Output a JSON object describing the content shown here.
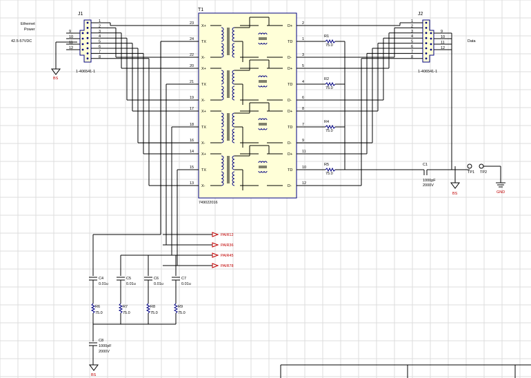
{
  "j1": {
    "ref": "J1",
    "part": "1-406541-1",
    "note1": "Ethernet",
    "note2": "Power",
    "note3": "42.5-57VDC",
    "left_pins": [
      "9",
      "10",
      "11",
      "12"
    ],
    "right_pins": [
      "1",
      "2",
      "3",
      "4",
      "5",
      "6",
      "7",
      "8"
    ]
  },
  "j2": {
    "ref": "J2",
    "part": "1-406541-1",
    "note": "Data",
    "left_pins": [
      "1",
      "2",
      "3",
      "4",
      "5",
      "6",
      "7",
      "8"
    ],
    "right_pins": [
      "9",
      "10",
      "11",
      "12"
    ]
  },
  "t1": {
    "ref": "T1",
    "part": "749022016",
    "left_pins": [
      "23",
      "24",
      "22",
      "20",
      "21",
      "19",
      "17",
      "18",
      "16",
      "14",
      "15",
      "13"
    ],
    "left_labels": [
      "X+",
      "TX",
      "X-",
      "X+",
      "TX",
      "X-",
      "X+",
      "TX",
      "X-",
      "X+",
      "TX",
      "X-"
    ],
    "right_pins": [
      "2",
      "1",
      "3",
      "5",
      "4",
      "6",
      "8",
      "7",
      "9",
      "11",
      "10",
      "12"
    ],
    "right_labels": [
      "D+",
      "TD",
      "D-",
      "D+",
      "TD",
      "D-",
      "D+",
      "TD",
      "D-",
      "D+",
      "TD",
      "D-"
    ]
  },
  "resistors_top": [
    {
      "ref": "R1",
      "value": "75.0"
    },
    {
      "ref": "R2",
      "value": "75.0"
    },
    {
      "ref": "R4",
      "value": "75.0"
    },
    {
      "ref": "R5",
      "value": "75.0"
    }
  ],
  "c1": {
    "ref": "C1",
    "value": "1000pF",
    "rating": "2000V"
  },
  "tp1": "TP1",
  "tp2": "TP2",
  "gnd": "GND",
  "bs": "BS",
  "nets": [
    "PAIR12",
    "PAIR36",
    "PAIR45",
    "PAIR78"
  ],
  "caps_bottom": [
    {
      "ref": "C4",
      "value": "0.01u"
    },
    {
      "ref": "C5",
      "value": "0.01u"
    },
    {
      "ref": "C6",
      "value": "0.01u"
    },
    {
      "ref": "C7",
      "value": "0.01u"
    }
  ],
  "resistors_bottom": [
    {
      "ref": "R6",
      "value": "75.0"
    },
    {
      "ref": "R7",
      "value": "75.0"
    },
    {
      "ref": "R8",
      "value": "75.0"
    },
    {
      "ref": "R9",
      "value": "75.0"
    }
  ],
  "c8": {
    "ref": "C8",
    "value": "1000pF",
    "rating": "2000V"
  },
  "colors": {
    "wire": "#000000",
    "net_label": "#c00000",
    "component": "#000080",
    "body_fill": "#ffffd8",
    "grid": "#dcdcdc",
    "pin_marker": "#c00000"
  }
}
